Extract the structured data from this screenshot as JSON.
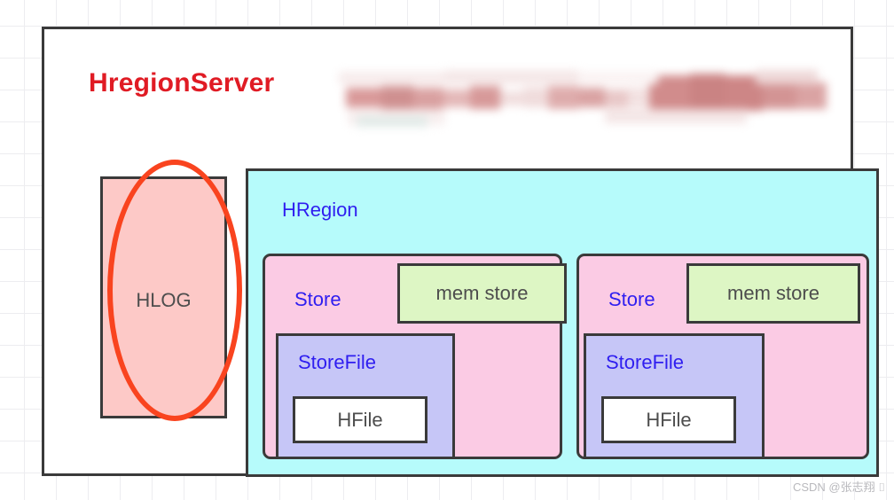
{
  "diagram": {
    "title": "HregionServer",
    "title_color": "#e01b24",
    "redacted_note": "blurred/pixelated red text",
    "hlog": {
      "label": "HLOG",
      "fill_color": "#fdc9c7",
      "highlight_shape": "ellipse",
      "highlight_color": "#f9441f"
    },
    "hregion": {
      "label": "HRegion",
      "fill_color": "#b6fbfb",
      "label_color": "#2f1ef0",
      "stores": [
        {
          "label": "Store",
          "fill_color": "#fbcbe4",
          "memstore": {
            "label": "mem store",
            "fill_color": "#ddf6c4"
          },
          "storefile": {
            "label": "StoreFile",
            "fill_color": "#c6c6f7",
            "hfile": {
              "label": "HFile",
              "fill_color": "#ffffff"
            }
          }
        },
        {
          "label": "Store",
          "fill_color": "#fbcbe4",
          "memstore": {
            "label": "mem store",
            "fill_color": "#ddf6c4"
          },
          "storefile": {
            "label": "StoreFile",
            "fill_color": "#c6c6f7",
            "hfile": {
              "label": "HFile",
              "fill_color": "#ffffff"
            }
          }
        }
      ]
    }
  },
  "watermark": "CSDN @张志翔 ⌷"
}
